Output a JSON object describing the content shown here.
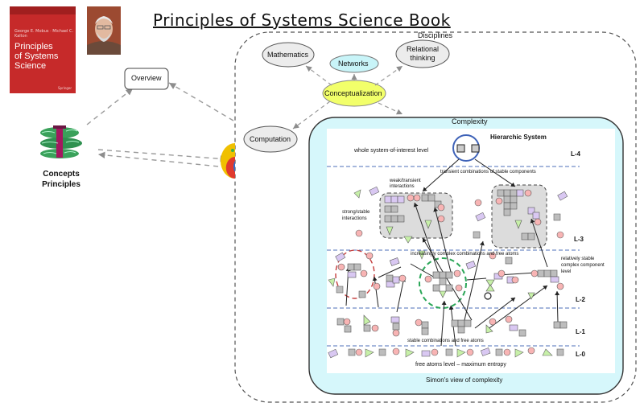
{
  "title": "Principles of Systems Science Book",
  "book": {
    "series": "",
    "authors": "George E. Mobus · Michael C. Kalton",
    "title_line1": "Principles",
    "title_line2": "of Systems",
    "title_line3": "Science",
    "publisher": "Springer"
  },
  "nodes": {
    "overview": "Overview",
    "concepts_line1": "Concepts",
    "concepts_line2": "Principles",
    "disciplines": "Disciplines",
    "mathematics": "Mathematics",
    "networks": "Networks",
    "relational_line1": "Relational",
    "relational_line2": "thinking",
    "conceptualization": "Conceptualization",
    "computation": "Computation"
  },
  "complexity": {
    "title": "Complexity",
    "footer": "Simon's view of complexity",
    "hierarchic_system": "Hierarchic System",
    "whole_system_level": "whole system-of-interest level",
    "transient_combinations": "transient combinations of stable components",
    "weak_transient_line1": "weak/transient",
    "weak_transient_line2": "interactions",
    "strong_stable_line1": "strong/stable",
    "strong_stable_line2": "interactions",
    "increasingly_complex": "increasingly complex combinations and free atoms",
    "relatively_stable_line1": "relatively stable",
    "relatively_stable_line2": "complex component",
    "relatively_stable_line3": "level",
    "stable_combinations": "stable combinations and free atoms",
    "free_atoms": "free atoms level – maximum entropy",
    "levels": [
      "L-4",
      "L-3",
      "L-2",
      "L-1",
      "L-0"
    ]
  },
  "colors": {
    "book_red": "#c62a2a",
    "networks_fill": "#c8f4f8",
    "conceptualization_fill": "#f2ff6a",
    "complexity_fill": "#d6f7fb",
    "atom_pink": "#f8b4b4",
    "atom_purple": "#d9c8f2",
    "atom_green": "#c7f0a8",
    "atom_gray": "#bdbdbd",
    "level_line": "#4c6fb8"
  }
}
